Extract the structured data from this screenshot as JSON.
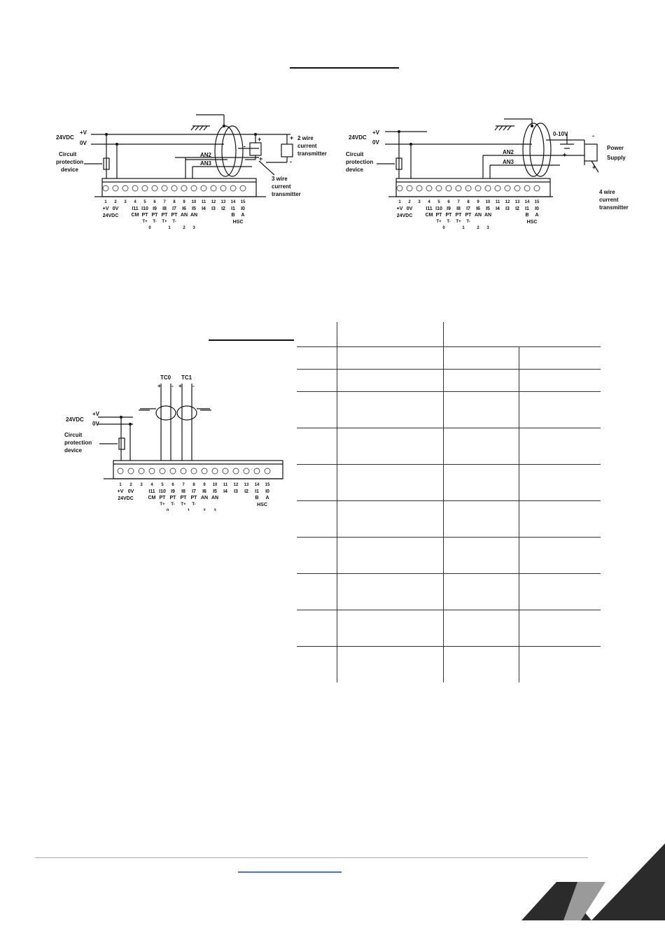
{
  "colors": {
    "link": "#4a6ee0",
    "logo_dark": "#2b2b2b",
    "logo_light": "#9a9a9a"
  },
  "diagram1": {
    "supply": "24VDC",
    "plus_v": "+V",
    "zero_v": "0V",
    "circuit_protection": [
      "Circuit",
      "protection",
      "device"
    ],
    "an2": "AN2",
    "an3": "AN3",
    "two_wire": [
      "2 wire",
      "current",
      "transmitter"
    ],
    "three_wire": [
      "3 wire",
      "current",
      "transmitter"
    ],
    "plus": "+",
    "minus": "-"
  },
  "diagram2": {
    "supply": "24VDC",
    "plus_v": "+V",
    "zero_v": "0V",
    "circuit_protection": [
      "Circuit",
      "protection",
      "device"
    ],
    "an2": "AN2",
    "an3": "AN3",
    "range": "0-10V",
    "power_supply": [
      "Power",
      "Supply"
    ],
    "four_wire": [
      "4 wire",
      "current",
      "transmitter"
    ],
    "plus": "+",
    "minus": "-"
  },
  "diagram3": {
    "supply": "24VDC",
    "plus_v": "+V",
    "zero_v": "0V",
    "circuit_protection": [
      "Circuit",
      "protection",
      "device"
    ],
    "tc0": "TC0",
    "tc1": "TC1",
    "plus": "+",
    "minus": "-"
  },
  "terminal_block": {
    "numbers": [
      "1",
      "2",
      "3",
      "4",
      "5",
      "6",
      "7",
      "8",
      "9",
      "10",
      "11",
      "12",
      "13",
      "14",
      "15"
    ],
    "row1": [
      "+V",
      "0V",
      "",
      "I11",
      "I10",
      "I9",
      "I8",
      "I7",
      "I6",
      "I5",
      "I4",
      "I3",
      "I2",
      "I1",
      "I0"
    ],
    "row2": [
      "",
      "",
      "",
      "CM",
      "PT",
      "PT",
      "PT",
      "PT",
      "AN",
      "AN",
      "",
      "",
      "",
      "B",
      "A"
    ],
    "under_label": "24VDC",
    "groups": [
      "T+",
      "T-",
      "T+",
      "T-"
    ],
    "group_numbers": [
      "0",
      "1",
      "2",
      "3"
    ],
    "hsc": "HSC"
  }
}
